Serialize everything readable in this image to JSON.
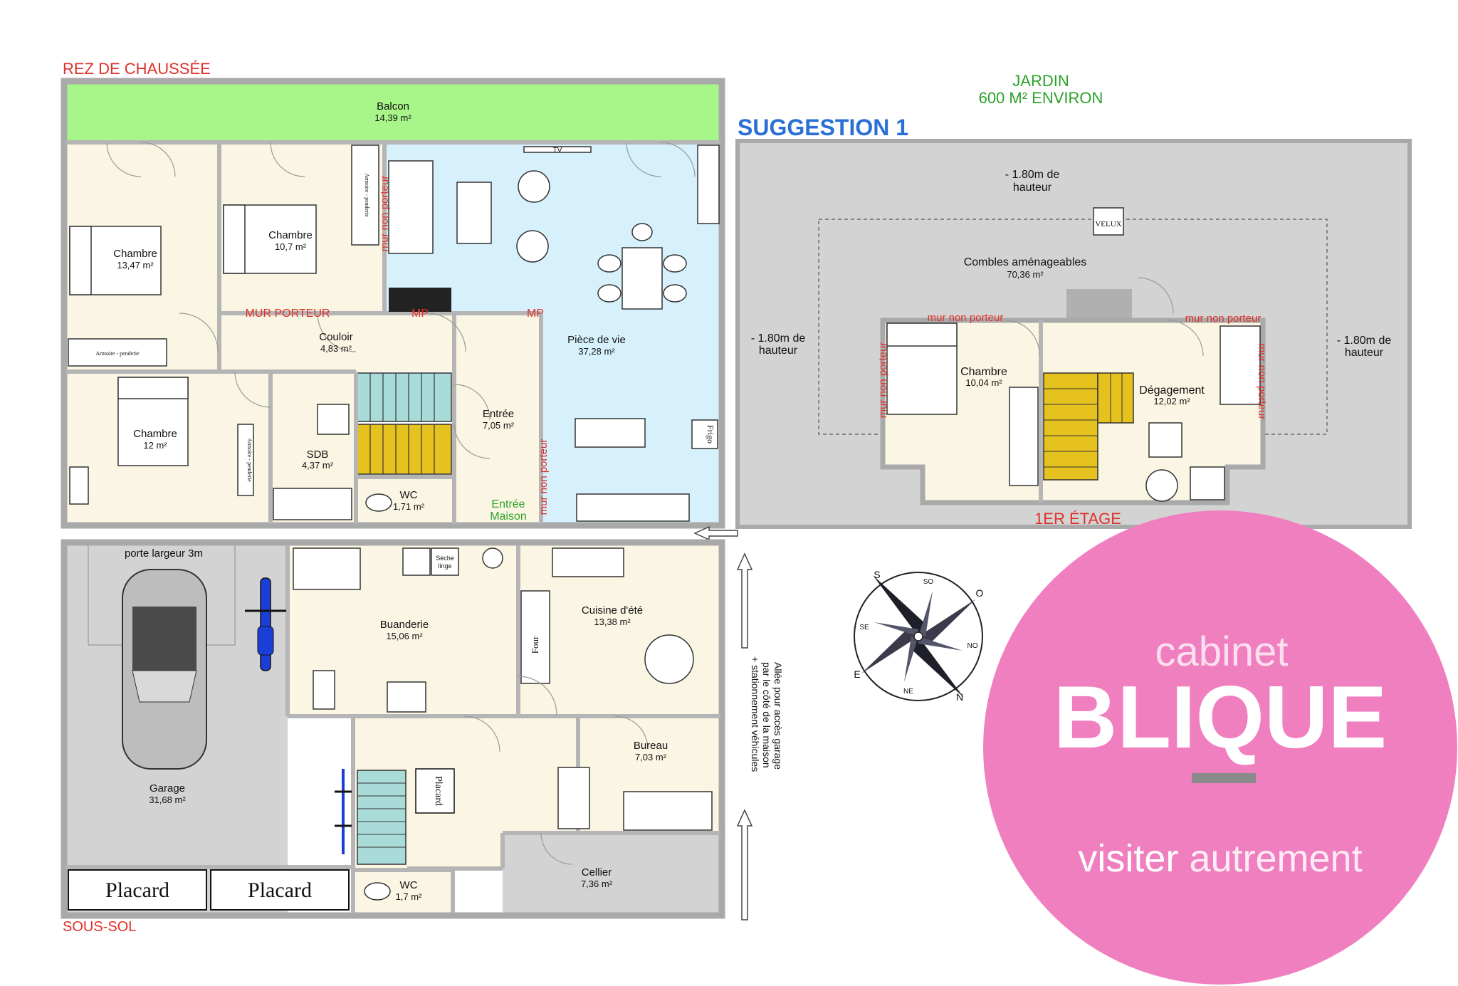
{
  "floors": {
    "ground": "REZ DE CHAUSSÉE",
    "basement": "SOUS-SOL",
    "first": "1ER ÉTAGE"
  },
  "garden": {
    "line1": "JARDIN",
    "line2": "600 M² ENVIRON"
  },
  "suggestion": "SUGGESTION 1",
  "ground_rooms": {
    "balcon": {
      "name": "Balcon",
      "area": "14,39 m²"
    },
    "chambre1": {
      "name": "Chambre",
      "area": "13,47 m²"
    },
    "chambre2": {
      "name": "Chambre",
      "area": "10,7 m²"
    },
    "chambre3": {
      "name": "Chambre",
      "area": "12 m²"
    },
    "couloir": {
      "name": "Couloir",
      "area": "4,83 m²"
    },
    "sdb": {
      "name": "SDB",
      "area": "4,37 m²"
    },
    "wc": {
      "name": "WC",
      "area": "1,71 m²"
    },
    "entree": {
      "name": "Entrée",
      "area": "7,05 m²"
    },
    "piece_de_vie": {
      "name": "Pièce de vie",
      "area": "37,28 m²"
    }
  },
  "ground_labels": {
    "mur_porteur": "MUR PORTEUR",
    "mp1": "MP",
    "mp2": "MP",
    "mur_non_porteur": "mur non porteur",
    "entree_maison1": "Entrée",
    "entree_maison2": "Maison",
    "tv": "TV",
    "frigo": "Frigo",
    "armoire": "Armoire - penderie"
  },
  "basement_rooms": {
    "garage": {
      "name": "Garage",
      "area": "31,68 m²"
    },
    "buanderie": {
      "name": "Buanderie",
      "area": "15,06 m²"
    },
    "cuisine_ete": {
      "name": "Cuisine d'été",
      "area": "13,38 m²"
    },
    "bureau": {
      "name": "Bureau",
      "area": "7,03 m²"
    },
    "cellier": {
      "name": "Cellier",
      "area": "7,36 m²"
    },
    "wc": {
      "name": "WC",
      "area": "1,7 m²"
    }
  },
  "basement_labels": {
    "porte": "porte largeur 3m",
    "placard": "Placard",
    "seche1": "Sèche",
    "seche2": "linge",
    "four": "Four",
    "allee1": "Allée pour accès garage",
    "allee2": "par le côté de la maison",
    "allee3": "+ stationnement véhicules"
  },
  "first_rooms": {
    "combles": {
      "name": "Combles aménageables",
      "area": "70,36 m²"
    },
    "chambre": {
      "name": "Chambre",
      "area": "10,04 m²"
    },
    "degagement": {
      "name": "Dégagement",
      "area": "12,02 m²"
    }
  },
  "first_labels": {
    "hauteur_top1": "- 1.80m de",
    "hauteur_top2": "hauteur",
    "hauteur_left1": "- 1.80m de",
    "hauteur_left2": "hauteur",
    "hauteur_right1": "- 1.80m de",
    "hauteur_right2": "hauteur",
    "velux": "VELUX",
    "mur_non_porteur": "mur non porteur"
  },
  "compass": {
    "so": "SO",
    "o": "O",
    "no": "NO",
    "n": "N",
    "ne": "NE",
    "e": "E",
    "se": "SE",
    "s": "S"
  },
  "logo": {
    "line1": "cabinet",
    "line2": "BLIQUE",
    "tagline_a": "visiter",
    "tagline_b": "autrement"
  },
  "colors": {
    "balcony": "#a8f58a",
    "living": "#d6f1fb",
    "room": "#fbf6e3",
    "garage": "#d3d3d3",
    "stairs_yellow": "#e6c21f",
    "stairs_teal": "#a9dcd9",
    "logo_pink": "#f07fc0",
    "red": "#e0302a",
    "green": "#2aa12a",
    "blue": "#2a6fd6"
  }
}
